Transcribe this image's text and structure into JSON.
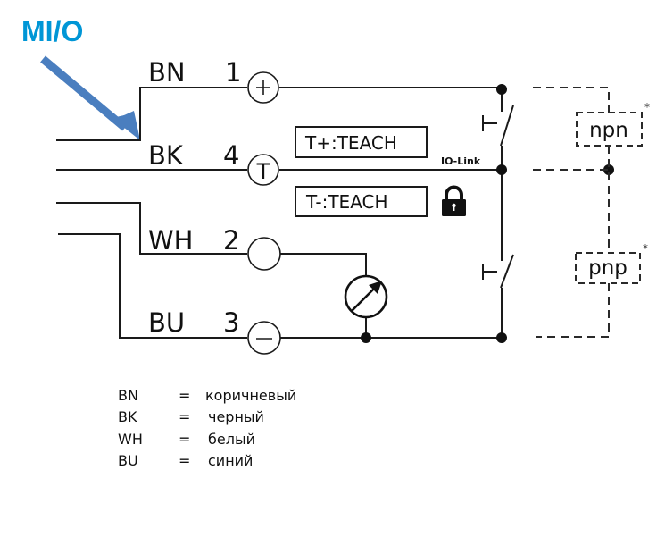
{
  "title": "MI/O",
  "colors": {
    "accent": "#0096D6",
    "arrow": "#4A7EBF",
    "line": "#1a1a1a"
  },
  "pins": [
    {
      "code": "BN",
      "number": "1",
      "terminal_symbol": "+"
    },
    {
      "code": "BK",
      "number": "4",
      "terminal_symbol": "T"
    },
    {
      "code": "WH",
      "number": "2",
      "terminal_symbol": ""
    },
    {
      "code": "BU",
      "number": "3",
      "terminal_symbol": "−"
    }
  ],
  "teach_boxes": {
    "plus": "T+:TEACH",
    "minus": "T-:TEACH"
  },
  "io_link_label": "IO-Link",
  "output_types": {
    "npn": "npn",
    "pnp": "pnp",
    "footnote_mark": "*"
  },
  "icons": {
    "lock": "lock-icon",
    "meter": "analog-meter-icon",
    "arrow": "arrow-pointer-icon"
  },
  "legend": {
    "separator": "=",
    "rows": [
      {
        "code": "BN",
        "meaning": "коричневый"
      },
      {
        "code": "BK",
        "meaning": "черный"
      },
      {
        "code": "WH",
        "meaning": "белый"
      },
      {
        "code": "BU",
        "meaning": "синий"
      }
    ]
  }
}
